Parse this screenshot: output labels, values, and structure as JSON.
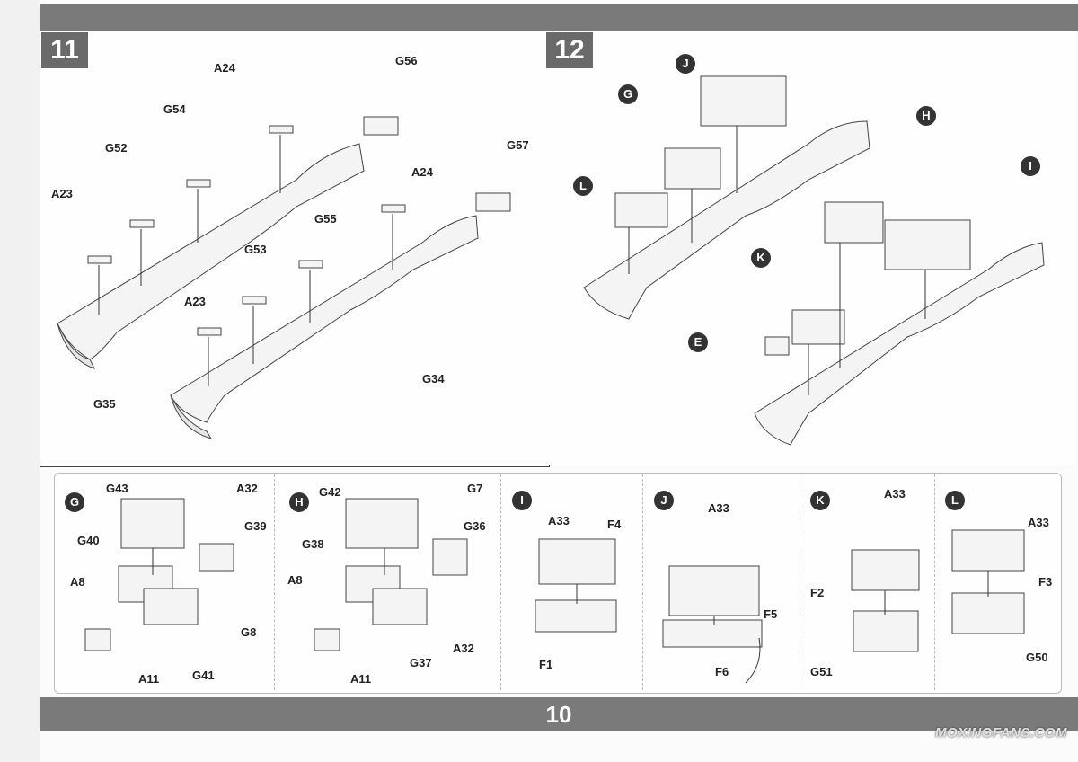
{
  "page_number": "10",
  "watermark": "MOXINGFANS.COM",
  "step11": {
    "number": "11",
    "labels": [
      "A24",
      "G56",
      "G54",
      "G52",
      "G57",
      "A23",
      "A24",
      "G55",
      "G53",
      "A23",
      "G34",
      "G35"
    ]
  },
  "step12": {
    "number": "12",
    "callouts": [
      "J",
      "G",
      "H",
      "L",
      "I",
      "K",
      "E"
    ]
  },
  "substeps": [
    {
      "letter": "G",
      "labels": [
        "G43",
        "A32",
        "G39",
        "G40",
        "A8",
        "G8",
        "A11",
        "G41"
      ]
    },
    {
      "letter": "H",
      "labels": [
        "G42",
        "G7",
        "G36",
        "G38",
        "A8",
        "A32",
        "A11",
        "G37"
      ]
    },
    {
      "letter": "I",
      "labels": [
        "A33",
        "F4",
        "F1"
      ]
    },
    {
      "letter": "J",
      "labels": [
        "A33",
        "F5",
        "F6"
      ]
    },
    {
      "letter": "K",
      "labels": [
        "A33",
        "F2",
        "G51"
      ]
    },
    {
      "letter": "L",
      "labels": [
        "A33",
        "F3",
        "G50"
      ]
    }
  ]
}
